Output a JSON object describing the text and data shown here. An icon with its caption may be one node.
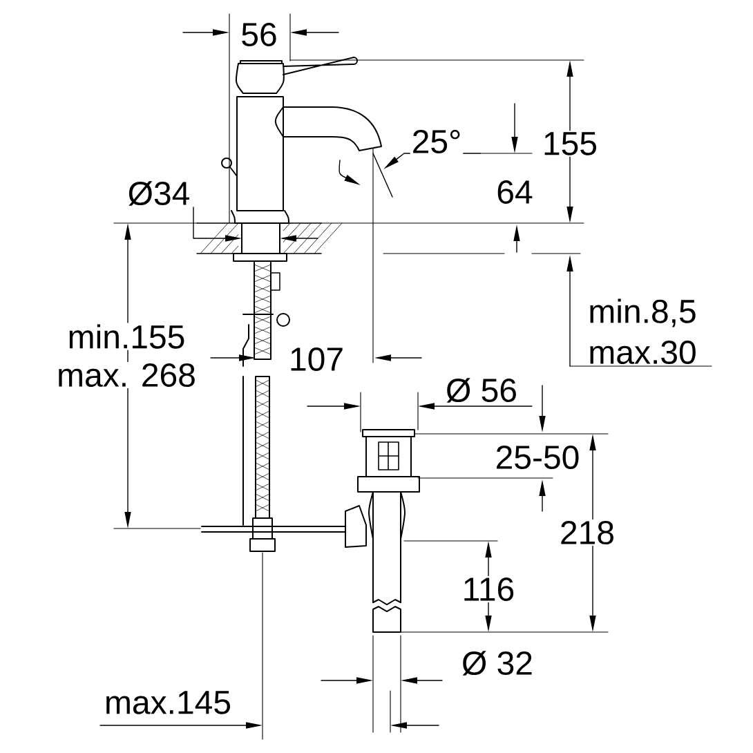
{
  "diagram": {
    "labels": [
      "56",
      "25°",
      "155",
      "Ø34",
      "64",
      "min.155",
      "max. 268",
      "107",
      "min.8,5",
      "max.30",
      "Ø 56",
      "25-50",
      "218",
      "116",
      "Ø 32",
      "max.145"
    ]
  }
}
